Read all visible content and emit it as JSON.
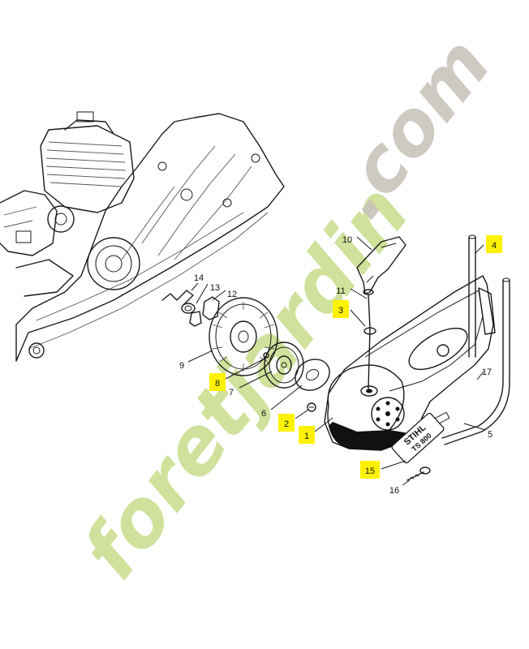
{
  "watermark": {
    "prefix": "foretjardin",
    "suffix": ".com",
    "prefix_color": "#c8dc8a",
    "suffix_color": "#c9c4bb",
    "accent_color": "#f3b98a"
  },
  "housing_brand": {
    "name": "STIHL",
    "model": "TS 800"
  },
  "highlight_color": "#fff200",
  "callouts": [
    {
      "id": "1",
      "label": "1",
      "highlighted": true
    },
    {
      "id": "2",
      "label": "2",
      "highlighted": true
    },
    {
      "id": "3",
      "label": "3",
      "highlighted": true
    },
    {
      "id": "4",
      "label": "4",
      "highlighted": true
    },
    {
      "id": "5",
      "label": "5",
      "highlighted": false
    },
    {
      "id": "6",
      "label": "6",
      "highlighted": false
    },
    {
      "id": "7",
      "label": "7",
      "highlighted": false
    },
    {
      "id": "8",
      "label": "8",
      "highlighted": true
    },
    {
      "id": "9",
      "label": "9",
      "highlighted": false
    },
    {
      "id": "10",
      "label": "10",
      "highlighted": false
    },
    {
      "id": "11",
      "label": "11",
      "highlighted": false
    },
    {
      "id": "12",
      "label": "12",
      "highlighted": false
    },
    {
      "id": "13",
      "label": "13",
      "highlighted": false
    },
    {
      "id": "14",
      "label": "14",
      "highlighted": false
    },
    {
      "id": "15",
      "label": "15",
      "highlighted": true
    },
    {
      "id": "16",
      "label": "16",
      "highlighted": false
    },
    {
      "id": "17",
      "label": "17",
      "highlighted": false
    }
  ]
}
